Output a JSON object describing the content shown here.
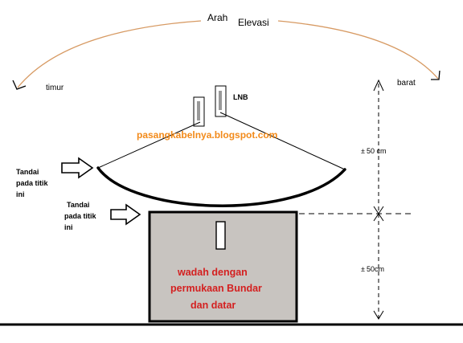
{
  "title": {
    "line1": "Arah",
    "line2": "Elevasi"
  },
  "directions": {
    "left": "timur",
    "right": "barat"
  },
  "lnb_label": "LNB",
  "watermark": "pasangkabelnya.blogspot.com",
  "markers": [
    {
      "lines": [
        "Tandai",
        "pada titik",
        "ini"
      ]
    },
    {
      "lines": [
        "Tandai",
        "pada titik",
        "ini"
      ]
    }
  ],
  "dimensions": {
    "upper": "50 cm",
    "lower": "50cm",
    "symbol": "±"
  },
  "box_text": {
    "lines": [
      "wadah dengan",
      "permukaan Bundar",
      "dan datar"
    ]
  },
  "colors": {
    "arc": "#d79a63",
    "watermark": "#f28a1a",
    "box_fill": "#c8c4c0",
    "box_text": "#d42020",
    "stroke": "#000000"
  }
}
